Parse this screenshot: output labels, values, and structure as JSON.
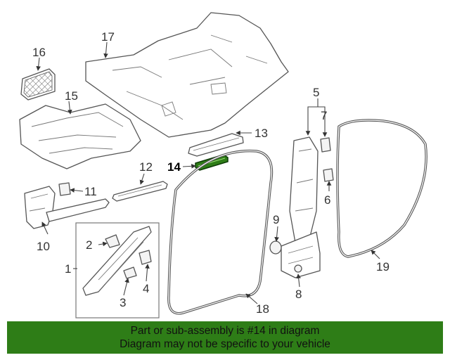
{
  "diagram": {
    "highlight_color": "#2e7d17",
    "callouts": [
      "1",
      "2",
      "3",
      "4",
      "5",
      "6",
      "7",
      "8",
      "9",
      "10",
      "11",
      "12",
      "13",
      "14",
      "15",
      "16",
      "17",
      "18",
      "19"
    ],
    "highlighted_part": "14"
  },
  "banner": {
    "line1": "Part or sub-assembly is #14 in diagram",
    "line2": "Diagram may not be specific to your vehicle",
    "background": "#2e7d17"
  }
}
